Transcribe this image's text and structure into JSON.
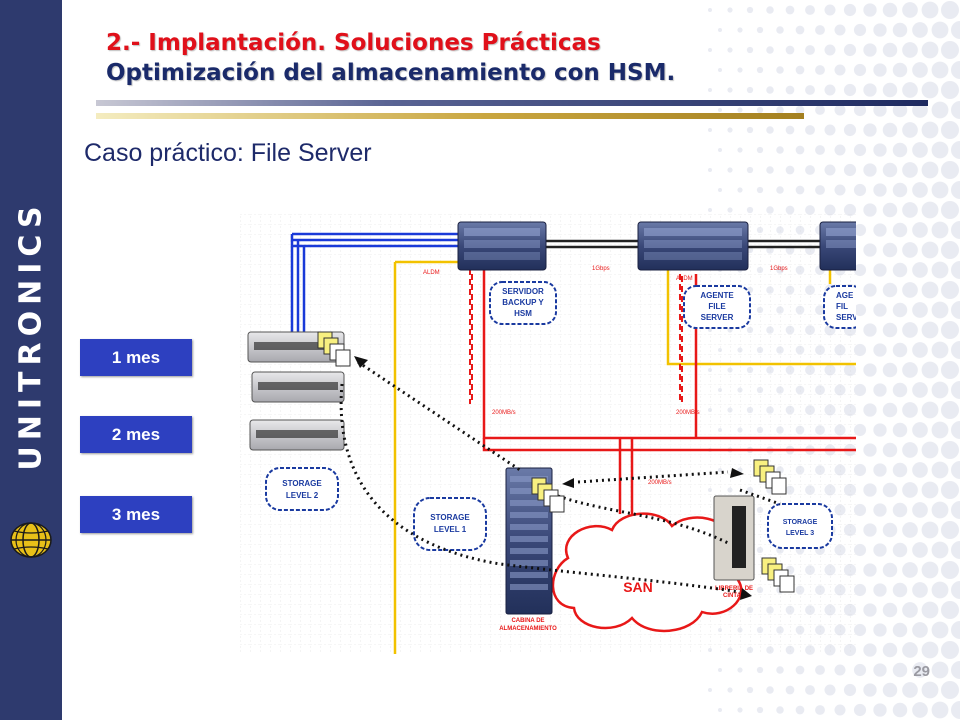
{
  "brand": {
    "name": "UNITRONICS"
  },
  "header": {
    "line1": "2.- Implantación. Soluciones Prácticas",
    "line2": "Optimización del almacenamiento con HSM.",
    "subtitle": "Caso práctico: File Server"
  },
  "retention_buttons": [
    "1 mes",
    "2 mes",
    "3 mes"
  ],
  "diagram": {
    "servers": [
      {
        "label_lines": [
          "SERVIDOR",
          "BACKUP Y",
          "HSM"
        ]
      },
      {
        "label_lines": [
          "AGENTE",
          "FILE",
          "SERVER"
        ]
      },
      {
        "label_lines": [
          "AGE",
          "FIL",
          "SERV"
        ]
      }
    ],
    "link_labels": {
      "aldm": "ALDM",
      "gbps": "1Gbps",
      "mbs": "200MB/s"
    },
    "storage_levels": {
      "level2": [
        "STORAGE",
        "LEVEL 2"
      ],
      "level1": [
        "STORAGE",
        "LEVEL 1"
      ],
      "level3": [
        "STORAGE",
        "LEVEL 3"
      ]
    },
    "san_label": "SAN",
    "cabin_label": [
      "CABINA DE",
      "ALMACENAMIENTO"
    ],
    "library_label": [
      "LIBRERIA DE",
      "CINTAS"
    ]
  },
  "footer": {
    "page_number": "29"
  },
  "colors": {
    "sidebar": "#2e3a6e",
    "title_red": "#e0101a",
    "title_blue": "#1a2a6a",
    "button_blue": "#2d40c0",
    "line_blue": "#1a3ad8",
    "line_red": "#e81818",
    "line_yellow": "#f2c200",
    "label_blue": "#1a3aa0"
  }
}
